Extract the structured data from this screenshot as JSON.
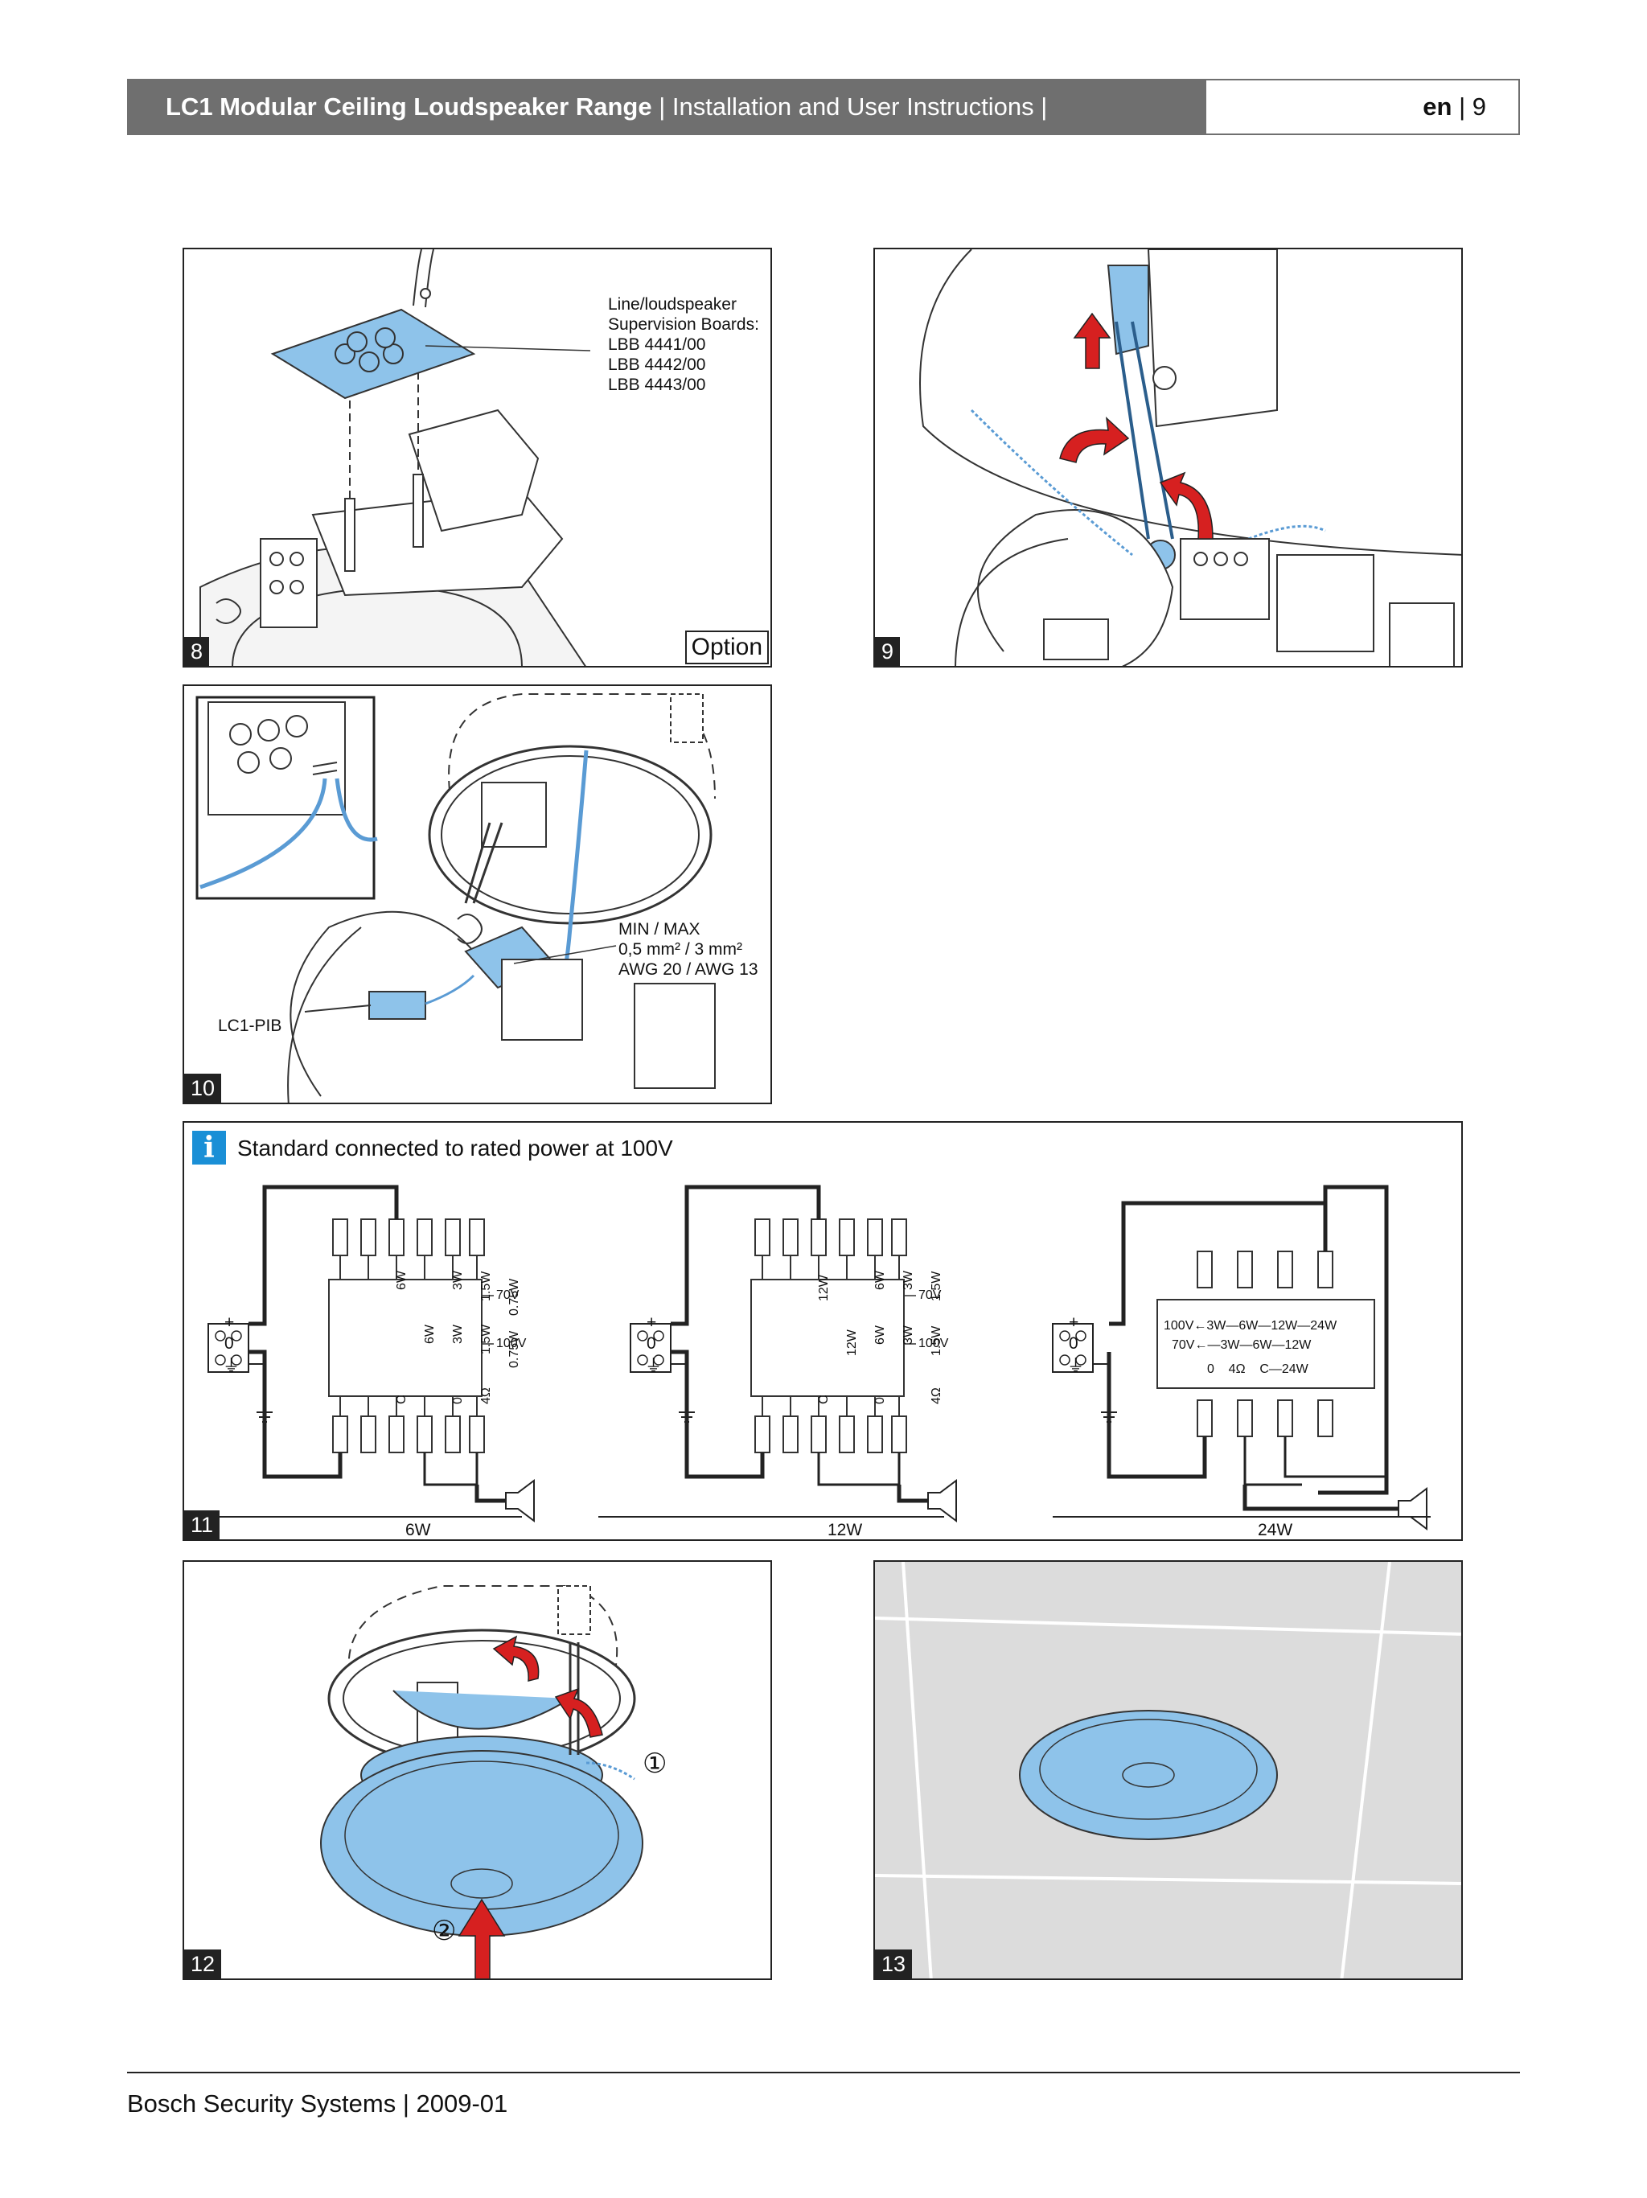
{
  "header": {
    "product": "LC1 Modular Ceiling Loudspeaker Range",
    "section": "| Installation and User Instructions |",
    "lang": "en",
    "sep": "|",
    "page": "9"
  },
  "figures": {
    "f8": {
      "number": "8",
      "board_label_1": "Line/loudspeaker",
      "board_label_2": "Supervision Boards:",
      "board_label_3": "LBB 4441/00",
      "board_label_4": "LBB 4442/00",
      "board_label_5": "LBB 4443/00",
      "option": "Option"
    },
    "f9": {
      "number": "9"
    },
    "f10": {
      "number": "10",
      "wire_1": "MIN / MAX",
      "wire_2": "0,5 mm² / 3 mm²",
      "wire_3": "AWG 20 / AWG 13",
      "pib": "LC1-PIB"
    },
    "f11": {
      "number": "11",
      "info": "Standard connected to rated power at 100V",
      "d6": {
        "caption": "6W",
        "top_row": [
          "6W",
          "3W",
          "1.5W",
          "0.75W"
        ],
        "bottom_row": [
          "6W",
          "3W",
          "1.5W",
          "0.75W"
        ],
        "v70": "70V",
        "v100": "100V",
        "c": "C",
        "zero": "0",
        "ohm": "4Ω"
      },
      "d12": {
        "caption": "12W",
        "top_row": [
          "12W",
          "6W",
          "3W",
          "1.5W"
        ],
        "bottom_row": [
          "12W",
          "6W",
          "3W",
          "1.5W"
        ],
        "v70": "70V",
        "v100": "100V",
        "c": "C",
        "zero": "0",
        "ohm": "4Ω"
      },
      "d24": {
        "caption": "24W",
        "row1": "100V←3W—6W—12W—24W",
        "row2": "70V←—3W—6W—12W",
        "row3": "0    4Ω    C—24W"
      },
      "plus": "+",
      "zero": "0",
      "ground": "⏚"
    },
    "f12": {
      "number": "12",
      "step1": "①",
      "step2": "②"
    },
    "f13": {
      "number": "13"
    }
  },
  "footer": {
    "text": "Bosch Security Systems | 2009-01"
  },
  "colors": {
    "accent_blue": "#8ec3ea",
    "wire_blue": "#5a9bd4",
    "arrow_red": "#d62020",
    "header_gray": "#6f6f6f"
  }
}
